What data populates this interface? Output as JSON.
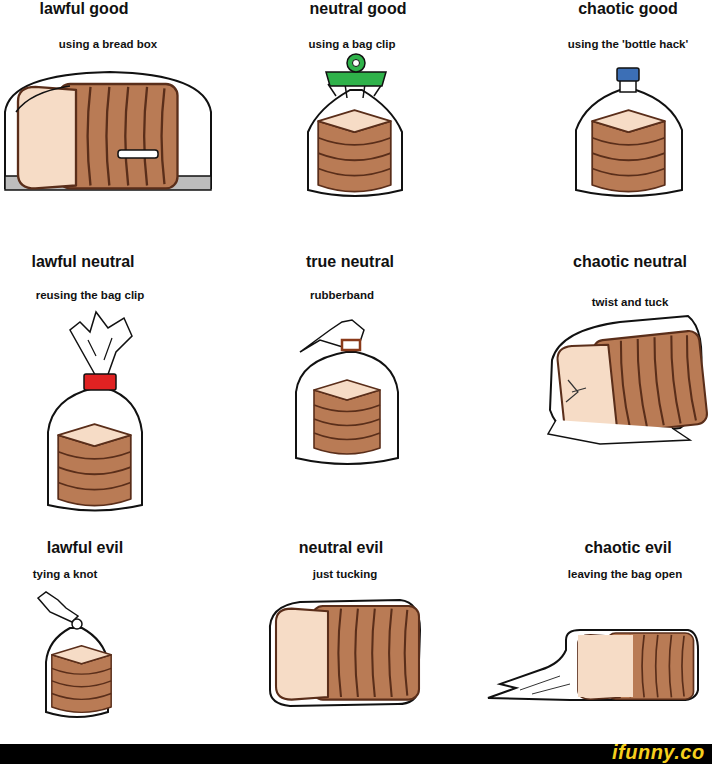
{
  "diagram": {
    "labels": [
      "lawful good",
      "neutral good",
      "chaotic good",
      "using a bread box",
      "using a bag clip",
      "using the 'bottle hack'",
      "lawful neutral",
      "true neutral",
      "chaotic neutral",
      "reusing the bag clip",
      "rubberband",
      "twist and tuck",
      "lawful evil",
      "neutral evil",
      "chaotic evil",
      "tying a knot",
      "just tucking",
      "leaving the bag open",
      "ifunny.co"
    ]
  }
}
